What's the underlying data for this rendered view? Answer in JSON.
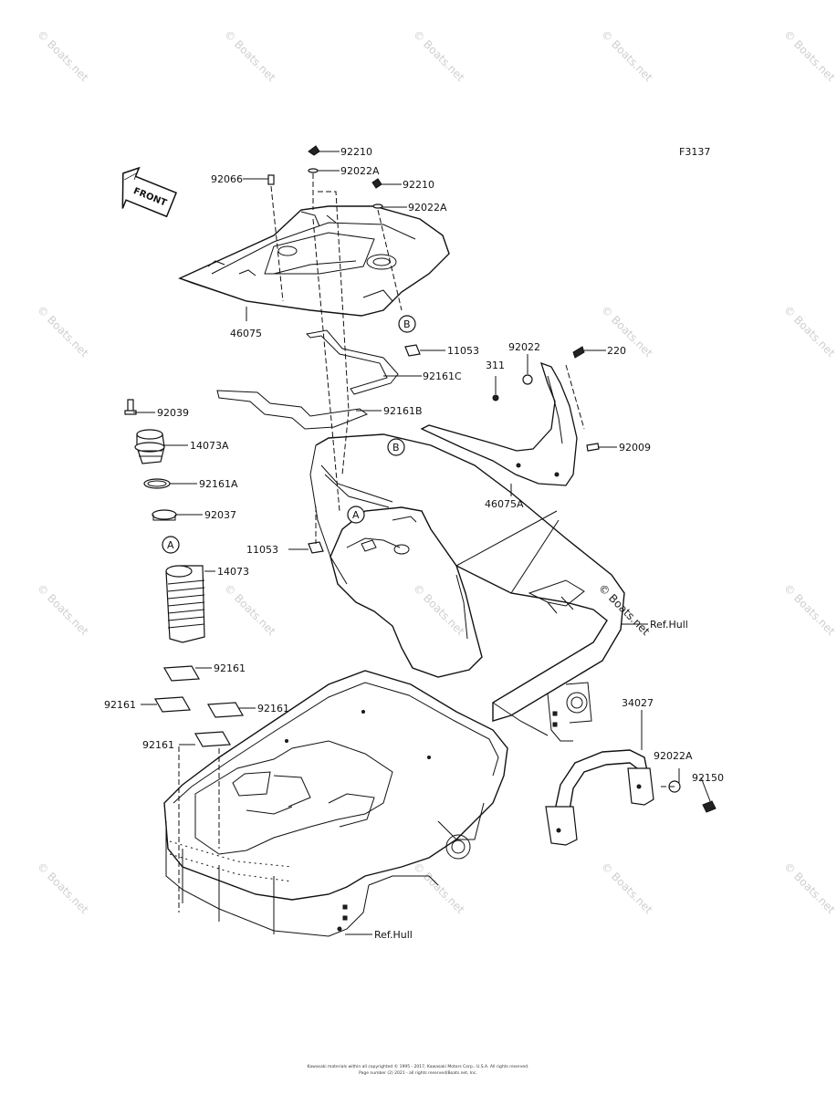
{
  "figure_id": "F3137",
  "front_badge": "FRONT",
  "watermark": "© Boats.net",
  "footer": {
    "line1": "Kawasaki materials within all copyrighted © 1995 - 2017, Kawasaki Motors Corp., U.S.A. All rights reserved.",
    "line2": "Page number (2) 2021 - all rights reserved/Boats.net, Inc."
  },
  "callouts": {
    "A": "A",
    "B": "B"
  },
  "part_labels": {
    "p92210_top": "92210",
    "p92022A_top": "92022A",
    "p92066": "92066",
    "p92210_mid": "92210",
    "p92022A_mid": "92022A",
    "p46075": "46075",
    "p11053_right": "11053",
    "p92161C": "92161C",
    "p92161B": "92161B",
    "p92022": "92022",
    "p220": "220",
    "p311": "311",
    "p92009": "92009",
    "p46075A": "46075A",
    "p92039": "92039",
    "p14073A": "14073A",
    "p92161A": "92161A",
    "p92037": "92037",
    "p14073": "14073",
    "p11053_left": "11053",
    "refhull_top": "Ref.Hull",
    "p92161_a": "92161",
    "p92161_b": "92161",
    "p92161_c": "92161",
    "p92161_d": "92161",
    "p34027": "34027",
    "p92022A_bottom": "92022A",
    "p92150": "92150",
    "refhull_bottom": "Ref.Hull"
  }
}
